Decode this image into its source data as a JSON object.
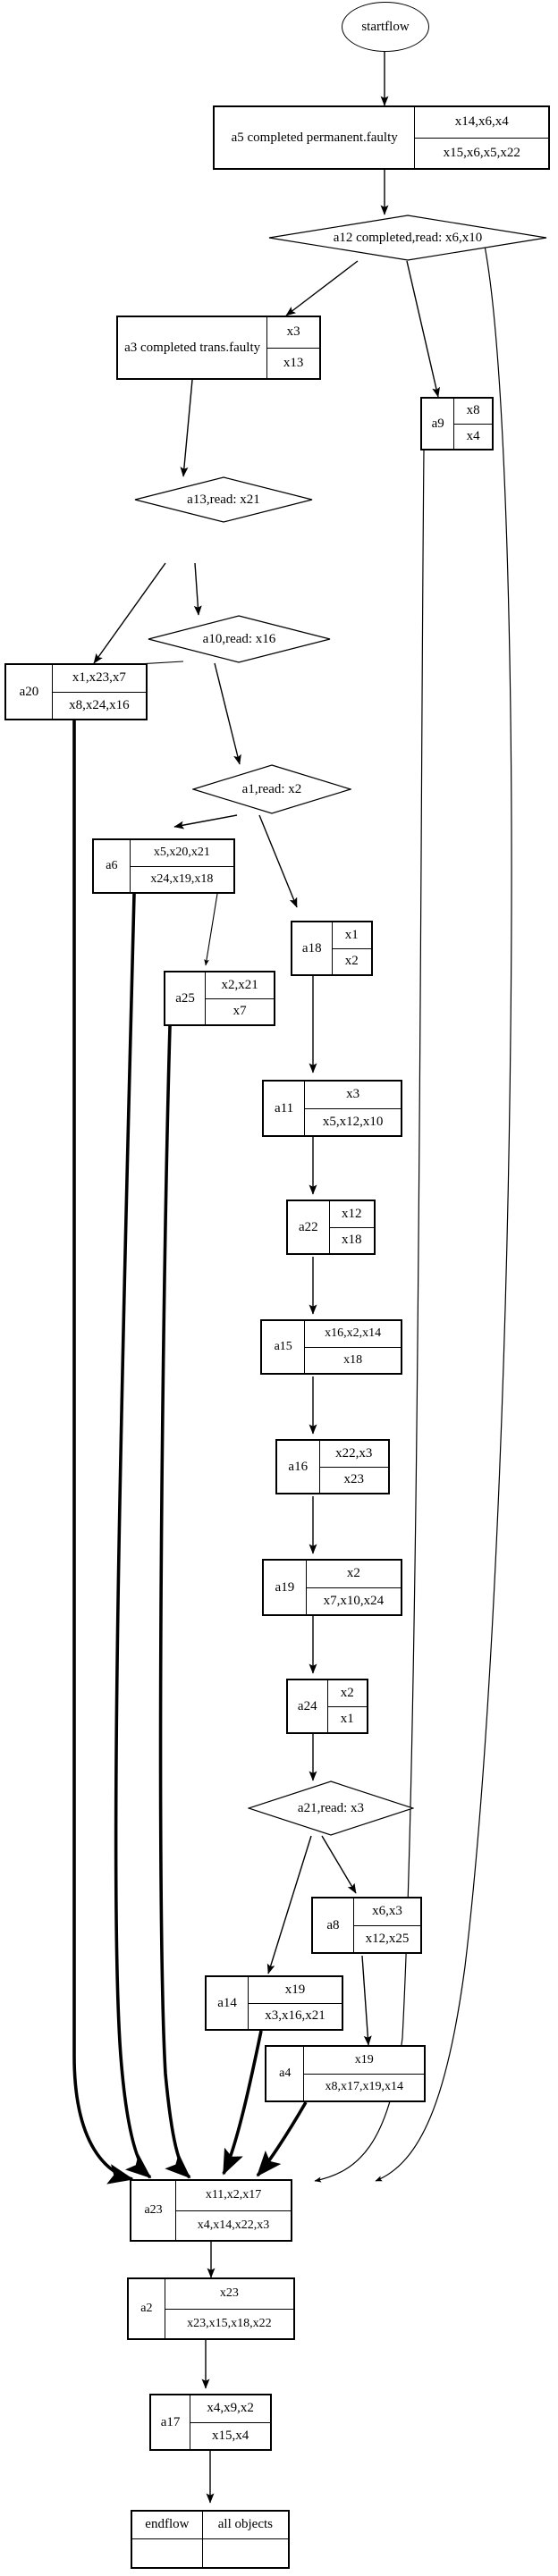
{
  "diagram": {
    "type": "flowchart",
    "title": "startflow",
    "background": "#ffffff",
    "stroke": "#000000",
    "start": {
      "label": "startflow"
    },
    "end": {
      "id": "endflow",
      "label": "endflow",
      "value": "all objects"
    },
    "nodes": [
      {
        "id": "a5",
        "shape": "record",
        "label": "a5  completed permanent.faulty",
        "row1": "x14,x6,x4",
        "row2": "x15,x6,x5,x22"
      },
      {
        "id": "a12",
        "shape": "diamond",
        "label": "a12 completed,read: x6,x10"
      },
      {
        "id": "a3",
        "shape": "record",
        "label": "a3 completed trans.faulty",
        "row1": "x3",
        "row2": "x13"
      },
      {
        "id": "a9",
        "shape": "record",
        "label": "a9",
        "row1": "x8",
        "row2": "x4"
      },
      {
        "id": "a13",
        "shape": "diamond",
        "label": "a13,read: x21"
      },
      {
        "id": "a10",
        "shape": "diamond",
        "label": "a10,read: x16"
      },
      {
        "id": "a20",
        "shape": "record",
        "label": "a20",
        "row1": "x1,x23,x7",
        "row2": "x8,x24,x16"
      },
      {
        "id": "a1",
        "shape": "diamond",
        "label": "a1,read: x2"
      },
      {
        "id": "a6",
        "shape": "record",
        "label": "a6",
        "row1": "x5,x20,x21",
        "row2": "x24,x19,x18"
      },
      {
        "id": "a18",
        "shape": "record",
        "label": "a18",
        "row1": "x1",
        "row2": "x2"
      },
      {
        "id": "a25",
        "shape": "record",
        "label": "a25",
        "row1": "x2,x21",
        "row2": "x7"
      },
      {
        "id": "a11",
        "shape": "record",
        "label": "a11",
        "row1": "x3",
        "row2": "x5,x12,x10"
      },
      {
        "id": "a22",
        "shape": "record",
        "label": "a22",
        "row1": "x12",
        "row2": "x18"
      },
      {
        "id": "a15",
        "shape": "record",
        "label": "a15",
        "row1": "x16,x2,x14",
        "row2": "x18"
      },
      {
        "id": "a16",
        "shape": "record",
        "label": "a16",
        "row1": "x22,x3",
        "row2": "x23"
      },
      {
        "id": "a19",
        "shape": "record",
        "label": "a19",
        "row1": "x2",
        "row2": "x7,x10,x24"
      },
      {
        "id": "a24",
        "shape": "record",
        "label": "a24",
        "row1": "x2",
        "row2": "x1"
      },
      {
        "id": "a21",
        "shape": "diamond",
        "label": "a21,read: x3"
      },
      {
        "id": "a8",
        "shape": "record",
        "label": "a8",
        "row1": "x6,x3",
        "row2": "x12,x25"
      },
      {
        "id": "a14",
        "shape": "record",
        "label": "a14",
        "row1": "x19",
        "row2": "x3,x16,x21"
      },
      {
        "id": "a4",
        "shape": "record",
        "label": "a4",
        "row1": "x19",
        "row2": "x8,x17,x19,x14"
      },
      {
        "id": "a23",
        "shape": "record",
        "label": "a23",
        "row1": "x11,x2,x17",
        "row2": "x4,x14,x22,x3"
      },
      {
        "id": "a2",
        "shape": "record",
        "label": "a2",
        "row1": "x23",
        "row2": "x23,x15,x18,x22"
      },
      {
        "id": "a17",
        "shape": "record",
        "label": "a17",
        "row1": "x4,x9,x2",
        "row2": "x15,x4"
      }
    ],
    "edges": [
      {
        "from": "startflow",
        "to": "a5"
      },
      {
        "from": "a5",
        "to": "a12"
      },
      {
        "from": "a12",
        "to": "a3"
      },
      {
        "from": "a12",
        "to": "a9"
      },
      {
        "from": "a12",
        "to": "a23"
      },
      {
        "from": "a3",
        "to": "a13"
      },
      {
        "from": "a9",
        "to": "a23"
      },
      {
        "from": "a13",
        "to": "a20"
      },
      {
        "from": "a13",
        "to": "a10"
      },
      {
        "from": "a10",
        "to": "a20"
      },
      {
        "from": "a10",
        "to": "a1"
      },
      {
        "from": "a20",
        "to": "a23"
      },
      {
        "from": "a1",
        "to": "a6"
      },
      {
        "from": "a1",
        "to": "a18"
      },
      {
        "from": "a6",
        "to": "a23"
      },
      {
        "from": "a6",
        "to": "a25"
      },
      {
        "from": "a18",
        "to": "a11"
      },
      {
        "from": "a25",
        "to": "a23"
      },
      {
        "from": "a11",
        "to": "a22"
      },
      {
        "from": "a22",
        "to": "a15"
      },
      {
        "from": "a15",
        "to": "a16"
      },
      {
        "from": "a16",
        "to": "a19"
      },
      {
        "from": "a19",
        "to": "a24"
      },
      {
        "from": "a24",
        "to": "a21"
      },
      {
        "from": "a21",
        "to": "a14"
      },
      {
        "from": "a21",
        "to": "a8"
      },
      {
        "from": "a8",
        "to": "a4"
      },
      {
        "from": "a14",
        "to": "a23"
      },
      {
        "from": "a4",
        "to": "a23"
      },
      {
        "from": "a23",
        "to": "a2"
      },
      {
        "from": "a2",
        "to": "a17"
      },
      {
        "from": "a17",
        "to": "endflow"
      }
    ]
  }
}
